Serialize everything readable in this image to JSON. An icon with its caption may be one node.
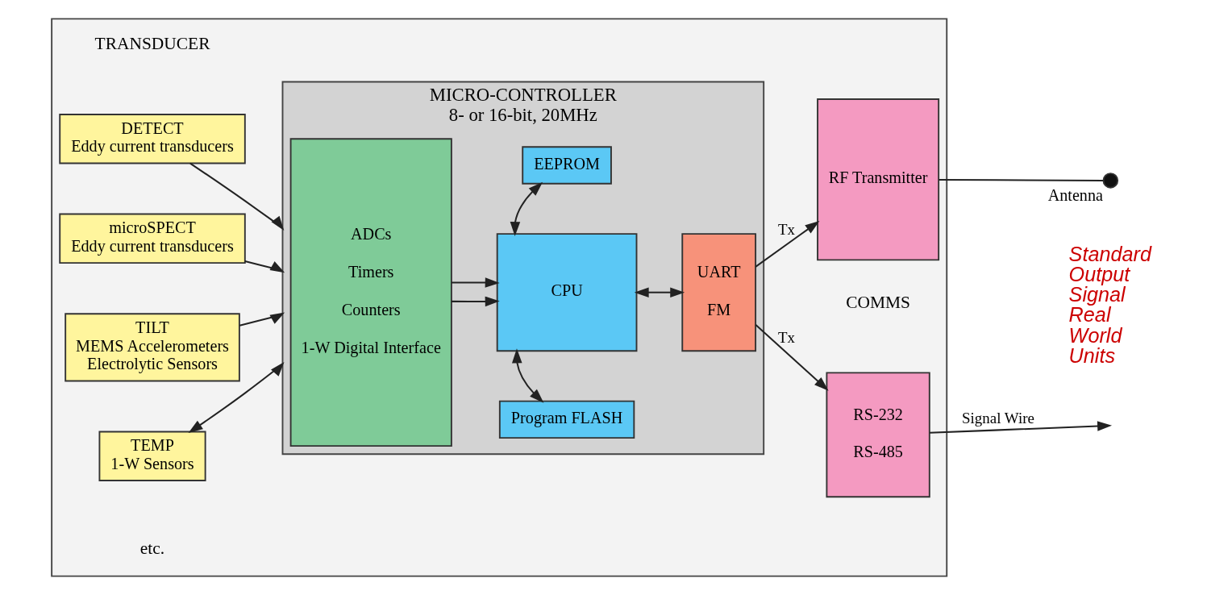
{
  "diagram": {
    "nodes": [
      {
        "text": [],
        "shape": "box"
      },
      {
        "text": [
          "DETECT",
          "Eddy current transducers"
        ],
        "in": 0
      },
      {
        "text": [
          "microSPECT",
          "Eddy current transducers"
        ],
        "in": 0
      },
      {
        "text": [
          "TILT",
          "MEMS Accelerometers",
          "Electrolytic Sensors"
        ],
        "in": 0
      },
      {
        "text": [
          "TEMP",
          "1-W Sensors"
        ],
        "in": 0
      },
      {
        "text": [
          "MICRO-CONTROLLER",
          "8- or 16-bit, 20MHz"
        ],
        "in": 0
      },
      {
        "text": [
          "ADCs",
          "Timers",
          "Counters",
          "1-W Digital Interface"
        ],
        "in": 5
      },
      {
        "text": [
          "EEPROM"
        ],
        "in": 5
      },
      {
        "text": [
          "CPU"
        ],
        "in": 5
      },
      {
        "text": [
          "Program FLASH"
        ],
        "in": 5
      },
      {
        "text": [
          "UART",
          "FM"
        ],
        "in": 5
      },
      {
        "text": [
          "RS-232",
          "RS-485"
        ],
        "in": 0
      },
      {
        "text": [
          "RF Transmitter"
        ],
        "in": 0
      },
      {
        "text": [],
        "shape": "circle",
        "beside": [
          "Antenna"
        ]
      }
    ],
    "edges": [
      {
        "from": 1,
        "to": 5,
        "arrow": "to"
      },
      {
        "from": 2,
        "to": 5,
        "arrow": "to"
      },
      {
        "from": 3,
        "to": 5,
        "arrow": "to"
      },
      {
        "from": 4,
        "to": 5,
        "arrow": "both"
      },
      {
        "from": 6,
        "to": 8,
        "arrow": "to"
      },
      {
        "from": 6,
        "to": 8,
        "arrow": "to"
      },
      {
        "from": 7,
        "to": 8,
        "arrow": "both"
      },
      {
        "from": 8,
        "to": 9,
        "arrow": "both"
      },
      {
        "from": 8,
        "to": 10,
        "arrow": "both"
      },
      {
        "from": 10,
        "to": 11,
        "arrow": "to",
        "label": "Tx"
      },
      {
        "from": 10,
        "to": 12,
        "arrow": "to",
        "label": "Tx"
      },
      {
        "from": 11,
        "to": null,
        "arrow": "to",
        "label": "Signal Wire"
      },
      {
        "from": 12,
        "to": 13,
        "arrow": "none"
      }
    ],
    "labels": [
      "TRANSDUCER",
      "COMMS",
      "etc.",
      "Standard Output Signal Real World Units"
    ]
  }
}
